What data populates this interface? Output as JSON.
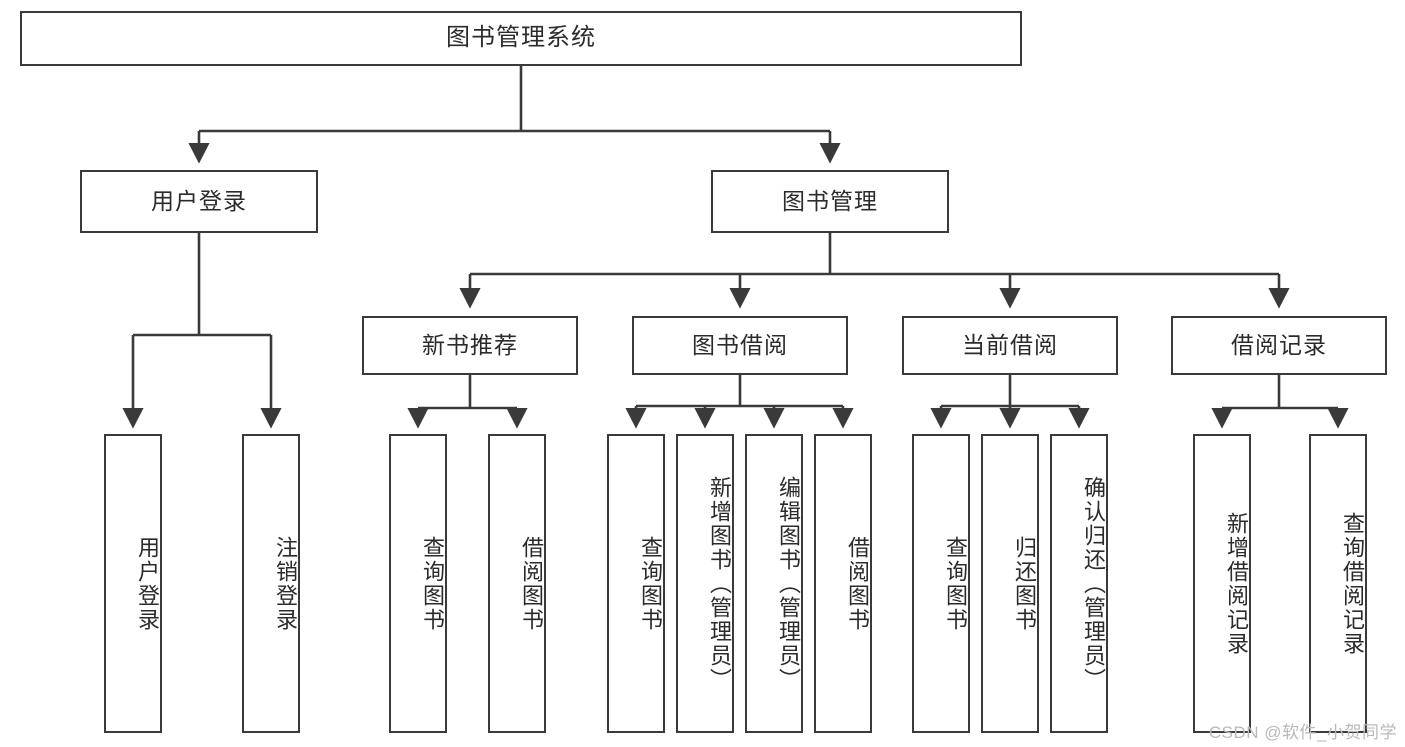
{
  "diagram": {
    "title": "图书管理系统",
    "type": "tree",
    "root": {
      "label": "图书管理系统"
    },
    "level2": [
      {
        "label": "用户登录"
      },
      {
        "label": "图书管理"
      }
    ],
    "level3": [
      {
        "label": "新书推荐"
      },
      {
        "label": "图书借阅"
      },
      {
        "label": "当前借阅"
      },
      {
        "label": "借阅记录"
      }
    ],
    "leaves": {
      "user_login": [
        {
          "label": "用户登录"
        },
        {
          "label": "注销登录"
        }
      ],
      "new_book_recommend": [
        {
          "label": "查询图书"
        },
        {
          "label": "借阅图书"
        }
      ],
      "book_borrow": [
        {
          "label": "查询图书"
        },
        {
          "label": "新增图书（管理员）"
        },
        {
          "label": "编辑图书（管理员）"
        },
        {
          "label": "借阅图书"
        }
      ],
      "current_borrow": [
        {
          "label": "查询图书"
        },
        {
          "label": "归还图书"
        },
        {
          "label": "确认归还（管理员）"
        }
      ],
      "borrow_record": [
        {
          "label": "新增借阅记录"
        },
        {
          "label": "查询借阅记录"
        }
      ]
    }
  },
  "watermark": {
    "text": "CSDN @软件_小贺同学"
  },
  "colors": {
    "border": "#3a3a3a",
    "text": "#2b2b2b",
    "background": "#ffffff",
    "watermark": "#b9b9b9"
  }
}
